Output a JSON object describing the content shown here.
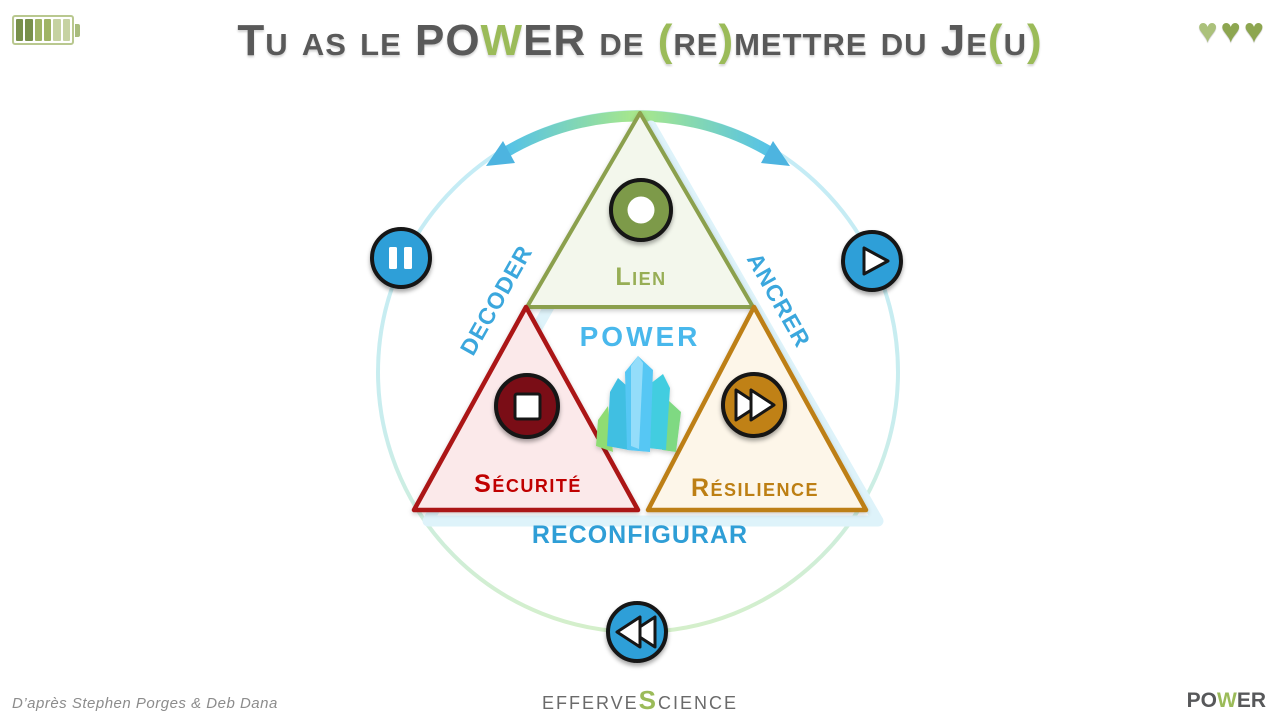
{
  "colors": {
    "accent_green": "#9bbb59",
    "title_gray": "#595959",
    "edge_blue": "#3ba7dd",
    "reconfig_blue": "#2f9ed6",
    "power_blue": "#49b8ec",
    "lien_green": "#97ae55",
    "lien_border": "#8ba04e",
    "lien_fill": "#f3f7ec",
    "securite_red": "#c00000",
    "securite_border": "#ab1218",
    "securite_fill": "#fbe9ea",
    "securite_icon": "#7a1015",
    "resilience_orange": "#bd7f14",
    "resilience_border": "#bd7f14",
    "resilience_fill": "#fdf6e9",
    "resilience_icon": "#c08119",
    "button_blue": "#2d9fd8",
    "record_icon_green": "#7d9a48",
    "glow_cyan": "#def3fa"
  },
  "battery": {
    "icon": "battery-icon",
    "bar_colors": [
      "#78904a",
      "#78904a",
      "#a0b465",
      "#a0b465",
      "#c6d2a2",
      "#c6d2a2"
    ]
  },
  "title": {
    "parts": [
      {
        "text": "Tu as le PO"
      },
      {
        "text": "W",
        "accent": true
      },
      {
        "text": "ER de "
      },
      {
        "text": "(",
        "accent": true
      },
      {
        "text": "re"
      },
      {
        "text": ")",
        "accent": true
      },
      {
        "text": "mettre du Je"
      },
      {
        "text": "(",
        "accent": true
      },
      {
        "text": "u"
      },
      {
        "text": ")",
        "accent": true
      }
    ]
  },
  "hearts": {
    "glyph": "♥",
    "icon": "green-heart-icon",
    "colors": [
      "#abc17b",
      "#8da650",
      "#8da650"
    ]
  },
  "diagram": {
    "sections": [
      {
        "name": "lien",
        "label": "Lien",
        "icon": "record-icon"
      },
      {
        "name": "securite",
        "label": "Sécurité",
        "icon": "stop-icon"
      },
      {
        "name": "resilience",
        "label": "Résilience",
        "icon": "fast-forward-icon"
      }
    ],
    "center": {
      "label": "POWER",
      "icon": "crystal-icon"
    },
    "edges": {
      "left": "DECODER",
      "right": "ANCRER",
      "bottom": "RECONFIGURAR"
    },
    "controls": [
      {
        "name": "pause",
        "icon": "pause-icon"
      },
      {
        "name": "play",
        "icon": "play-icon"
      },
      {
        "name": "rewind",
        "icon": "rewind-icon"
      }
    ],
    "cycle_arrow_icon": "double-headed-arc-arrow-icon"
  },
  "footer": {
    "attribution": "D’après Stephen Porges & Deb Dana",
    "brand_parts": [
      {
        "text": "Efferve"
      },
      {
        "text": "S",
        "accent": true
      },
      {
        "text": "cience"
      }
    ],
    "logo_parts": [
      {
        "text": "PO"
      },
      {
        "text": "W",
        "accent": true
      },
      {
        "text": "ER"
      }
    ]
  }
}
